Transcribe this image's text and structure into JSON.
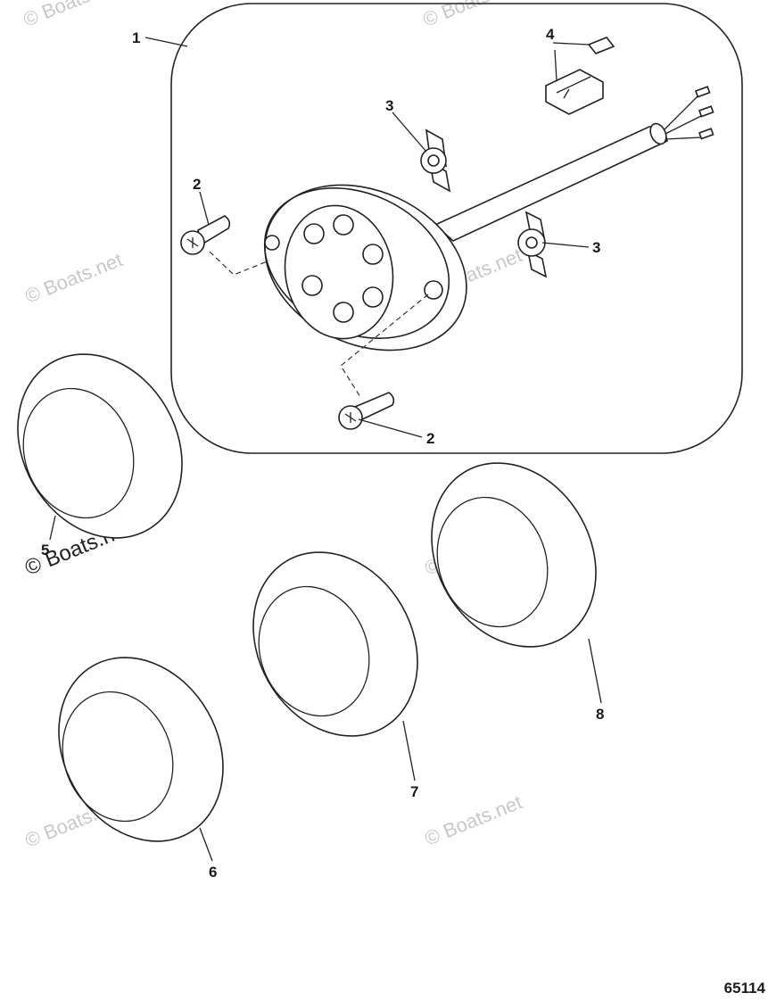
{
  "figure_number": "65114",
  "watermark_text": "© Boats.net",
  "callouts": {
    "c1": "1",
    "c2a": "2",
    "c2b": "2",
    "c3a": "3",
    "c3b": "3",
    "c4": "4",
    "c5": "5",
    "c6": "6",
    "c7": "7",
    "c8": "8"
  },
  "colors": {
    "line": "#222222",
    "background": "#ffffff",
    "watermark": "#c8c8c8"
  }
}
